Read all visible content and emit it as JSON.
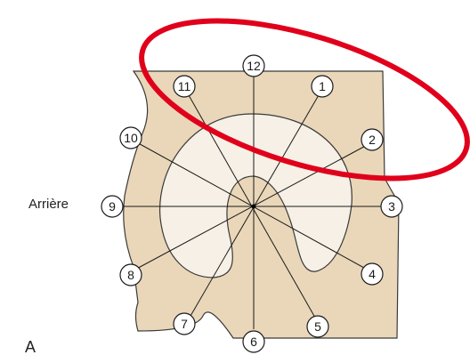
{
  "labels": {
    "side": "Arrière",
    "panel": "A"
  },
  "clock_positions": [
    "12",
    "1",
    "2",
    "3",
    "4",
    "5",
    "6",
    "7",
    "8",
    "9",
    "10",
    "11"
  ],
  "colors": {
    "tissue": "#ead7b9",
    "cartilage": "#f6f0e6",
    "outline": "#3a3a3a",
    "highlight": "#e0001b"
  }
}
